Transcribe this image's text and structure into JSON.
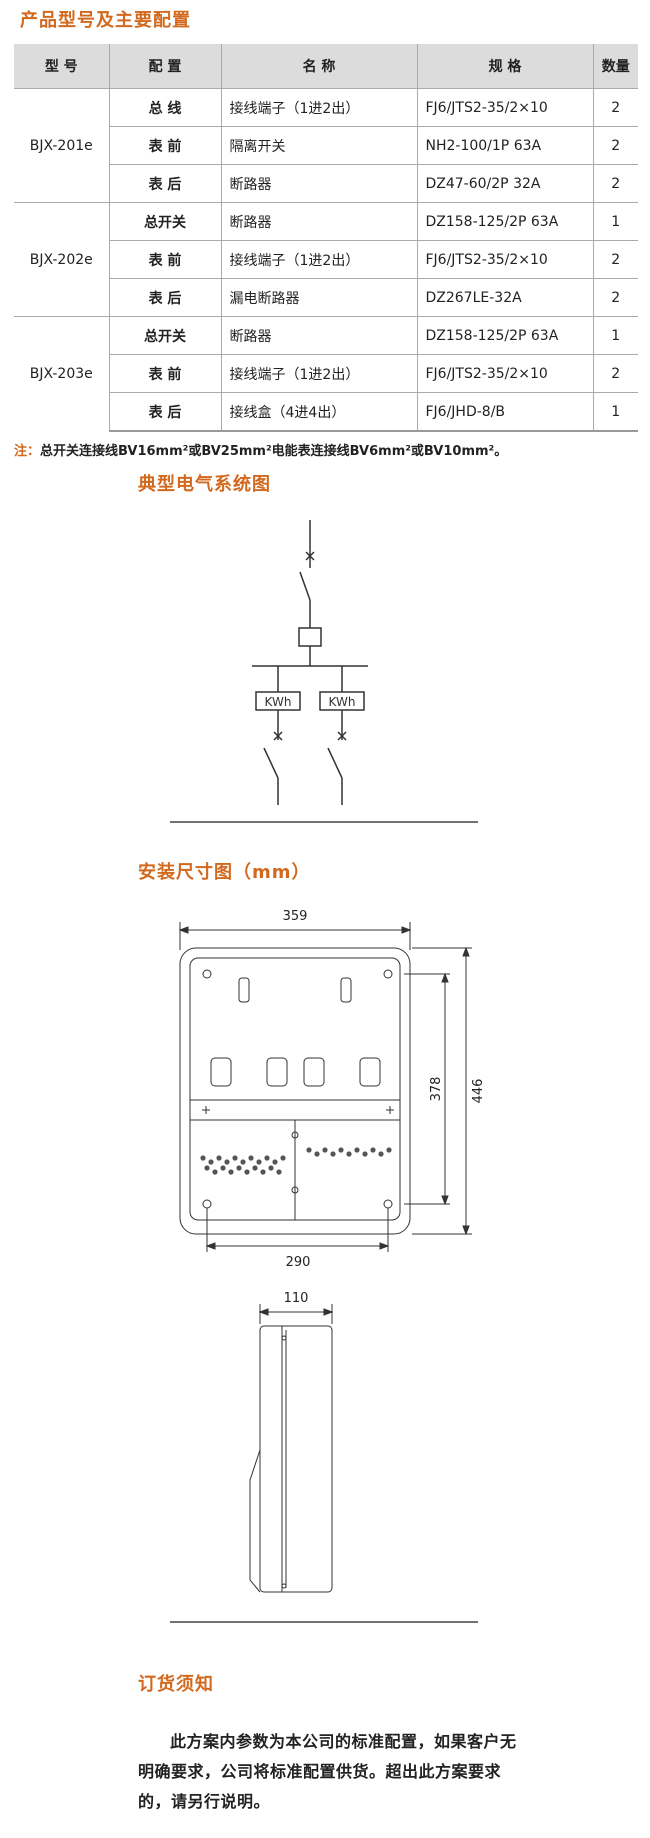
{
  "config_section": {
    "title": "产品型号及主要配置"
  },
  "table": {
    "headers": [
      "型 号",
      "配 置",
      "名 称",
      "规 格",
      "数量"
    ],
    "groups": [
      {
        "model": "BJX-201e",
        "rows": [
          {
            "config": "总 线",
            "name": "接线端子（1进2出）",
            "spec": "FJ6/JTS2-35/2×10",
            "qty": "2"
          },
          {
            "config": "表 前",
            "name": "隔离开关",
            "spec": "NH2-100/1P 63A",
            "qty": "2"
          },
          {
            "config": "表 后",
            "name": "断路器",
            "spec": "DZ47-60/2P 32A",
            "qty": "2"
          }
        ]
      },
      {
        "model": "BJX-202e",
        "rows": [
          {
            "config": "总开关",
            "name": "断路器",
            "spec": "DZ158-125/2P 63A",
            "qty": "1"
          },
          {
            "config": "表 前",
            "name": "接线端子（1进2出）",
            "spec": "FJ6/JTS2-35/2×10",
            "qty": "2"
          },
          {
            "config": "表 后",
            "name": "漏电断路器",
            "spec": "DZ267LE-32A",
            "qty": "2"
          }
        ]
      },
      {
        "model": "BJX-203e",
        "rows": [
          {
            "config": "总开关",
            "name": "断路器",
            "spec": "DZ158-125/2P 63A",
            "qty": "1"
          },
          {
            "config": "表 前",
            "name": "接线端子（1进2出）",
            "spec": "FJ6/JTS2-35/2×10",
            "qty": "2"
          },
          {
            "config": "表 后",
            "name": "接线盒（4进4出）",
            "spec": "FJ6/JHD-8/B",
            "qty": "1"
          }
        ]
      }
    ]
  },
  "note": {
    "label": "注：",
    "text": "总开关连接线BV16mm²或BV25mm²电能表连接线BV6mm²或BV10mm²。"
  },
  "wiring_section": {
    "title": "典型电气系统图",
    "meter_label": "KWh"
  },
  "dimension_section": {
    "title": "安装尺寸图（mm）",
    "dims": {
      "width": "359",
      "height": "446",
      "inner_height": "378",
      "mount_width": "290",
      "depth": "110"
    }
  },
  "order_section": {
    "title": "订货须知",
    "text": "此方案内参数为本公司的标准配置，如果客户无明确要求，公司将标准配置供货。超出此方案要求的，请另行说明。"
  }
}
